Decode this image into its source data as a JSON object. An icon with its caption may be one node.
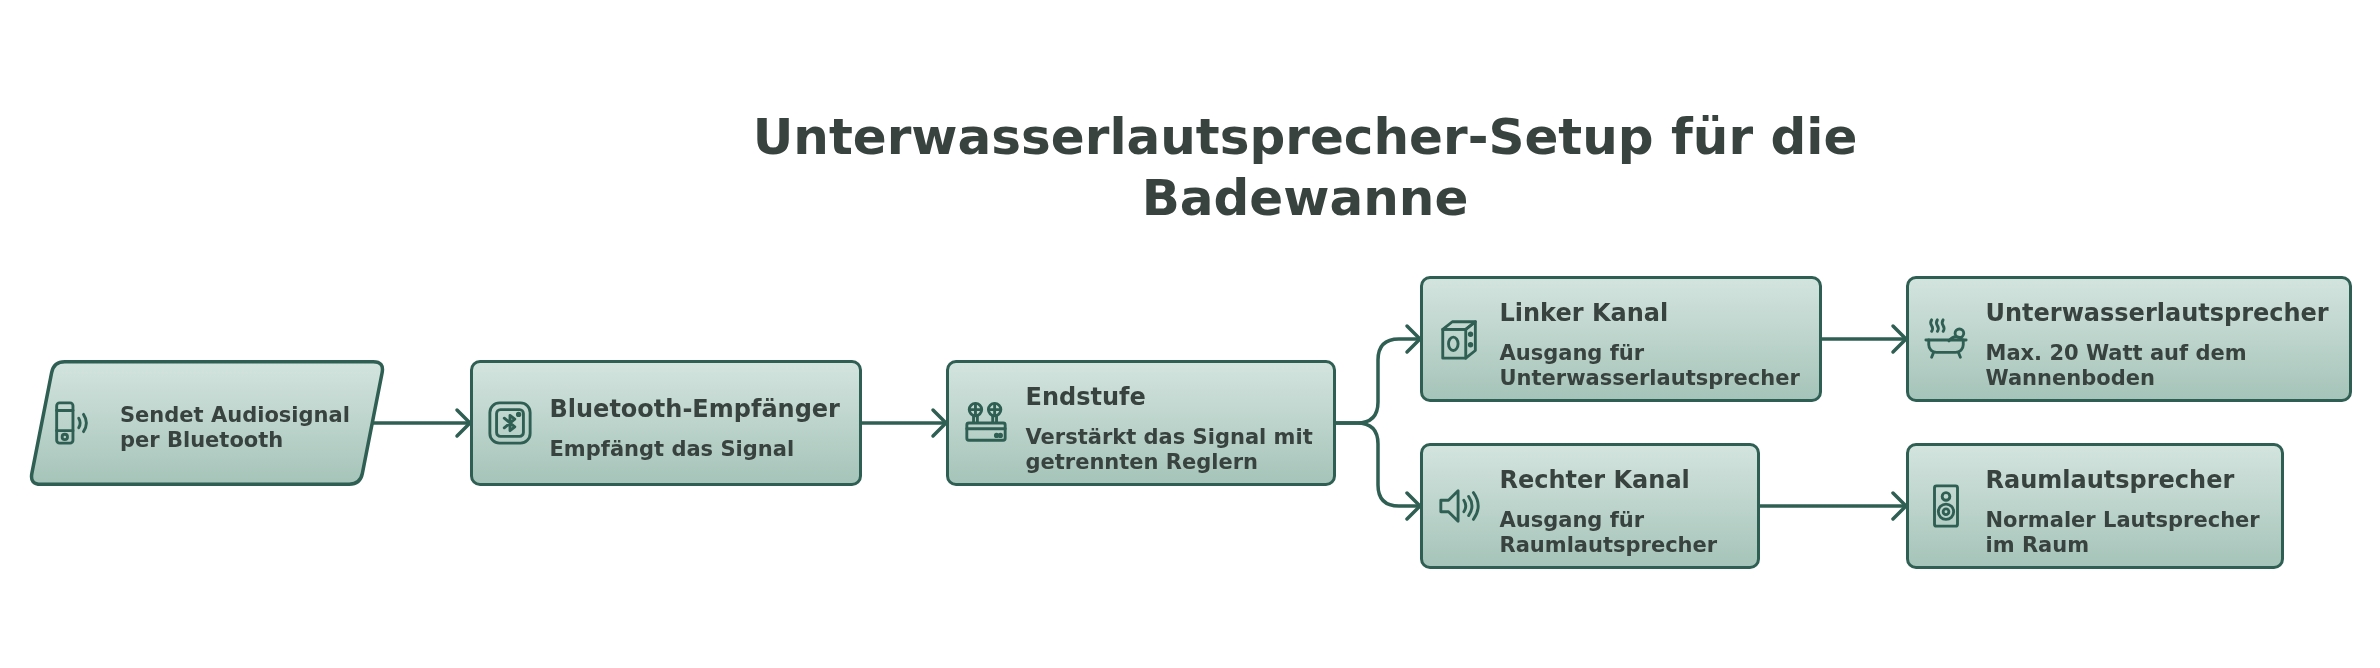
{
  "diagram": {
    "title": "Unterwasserlautsprecher-Setup für die Badewanne",
    "nodes": [
      {
        "text": [
          "Sendet Audiosignal per Bluetooth"
        ]
      },
      {
        "text": [
          "Bluetooth-Empfänger",
          "Empfängt das Signal"
        ]
      },
      {
        "text": [
          "Endstufe",
          "Verstärkt das Signal mit getrennten Reglern"
        ]
      },
      {
        "text": [
          "Linker Kanal",
          "Ausgang für Unterwasserlautsprecher"
        ]
      },
      {
        "text": [
          "Rechter Kanal",
          "Ausgang für Raumlautsprecher"
        ]
      },
      {
        "text": [
          "Unterwasserlautsprecher",
          "Max. 20 Watt auf dem Wannenboden"
        ]
      },
      {
        "text": [
          "Raumlautsprecher",
          "Normaler Lautsprecher im Raum"
        ]
      }
    ],
    "edges": [
      {
        "from": 0,
        "to": 1,
        "arrow": "to"
      },
      {
        "from": 1,
        "to": 2,
        "arrow": "to"
      },
      {
        "from": 2,
        "to": 3,
        "arrow": "to"
      },
      {
        "from": 2,
        "to": 4,
        "arrow": "to"
      },
      {
        "from": 3,
        "to": 5,
        "arrow": "to"
      },
      {
        "from": 4,
        "to": 6,
        "arrow": "to"
      }
    ]
  }
}
